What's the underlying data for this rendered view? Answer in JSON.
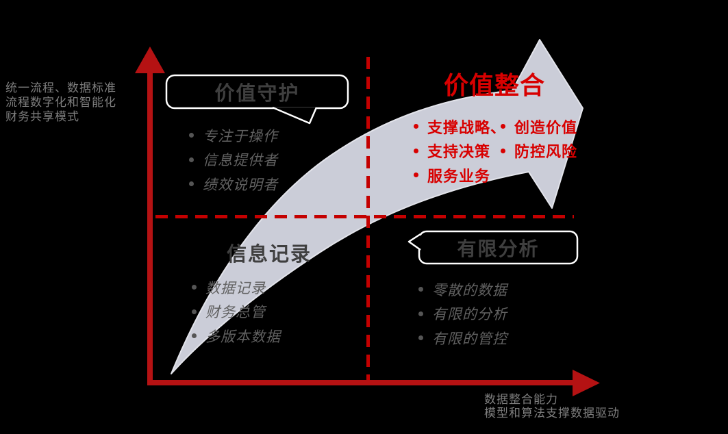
{
  "diagram_title": "财务共享四象限演进图",
  "colors": {
    "background": "#000000",
    "axis_red": "#b51213",
    "dashed_red": "#c40000",
    "accent_red": "#d80000",
    "swoosh_fill": "#cbcdd8",
    "swoosh_edge": "#e3e4eb",
    "title_gray": "#3f3f3f",
    "item_gray": "#616161",
    "label_gray": "#7e7e7e",
    "bubble_border": "#ffffff"
  },
  "y_axis_label": {
    "line1": "统一流程、数据标准",
    "line2": "流程数字化和智能化",
    "line3": "财务共享模式"
  },
  "x_axis_label": {
    "line1": "数据整合能力",
    "line2": "模型和算法支撑数据驱动"
  },
  "quadrants": {
    "top_left": {
      "title": "价值守护",
      "items": [
        "专注于操作",
        "信息提供者",
        "绩效说明者"
      ]
    },
    "top_right": {
      "title": "价值整合",
      "items_col1": [
        "支撑战略、",
        "支持决策",
        "服务业务"
      ],
      "items_col2": [
        "创造价值",
        "防控风险"
      ]
    },
    "bottom_left": {
      "title": "信息记录",
      "items": [
        "数据记录",
        "财务总管",
        "多版本数据"
      ]
    },
    "bottom_right": {
      "title": "有限分析",
      "items": [
        "零散的数据",
        "有限的分析",
        "有限的管控"
      ]
    }
  },
  "icons": {
    "growth_arrow": "curved-swoosh-arrow",
    "y_axis": "up-arrow-axis",
    "x_axis": "right-arrow-axis"
  }
}
